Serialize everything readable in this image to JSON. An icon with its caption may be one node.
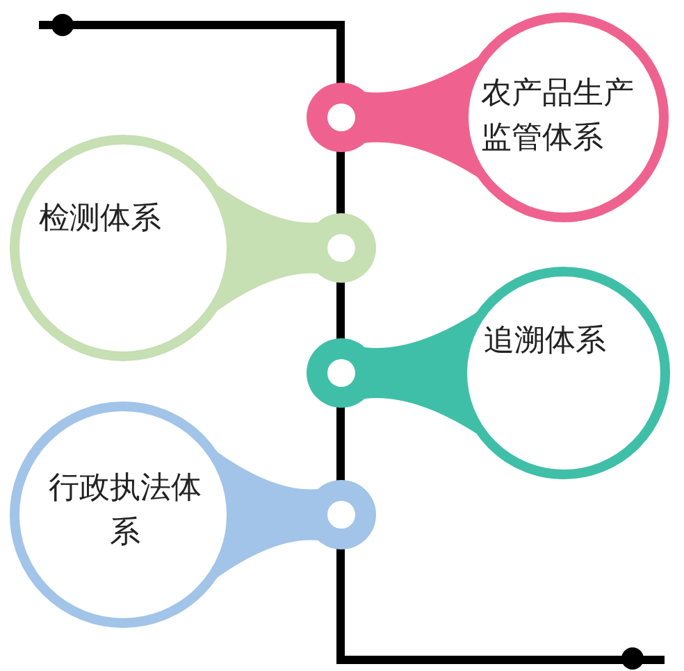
{
  "diagram": {
    "nodes": [
      {
        "text": [
          "农产品生产监管体系"
        ]
      },
      {
        "text": [
          "检测体系"
        ]
      },
      {
        "text": [
          "追溯体系"
        ]
      },
      {
        "text": [
          "行政执法体系"
        ]
      }
    ]
  }
}
